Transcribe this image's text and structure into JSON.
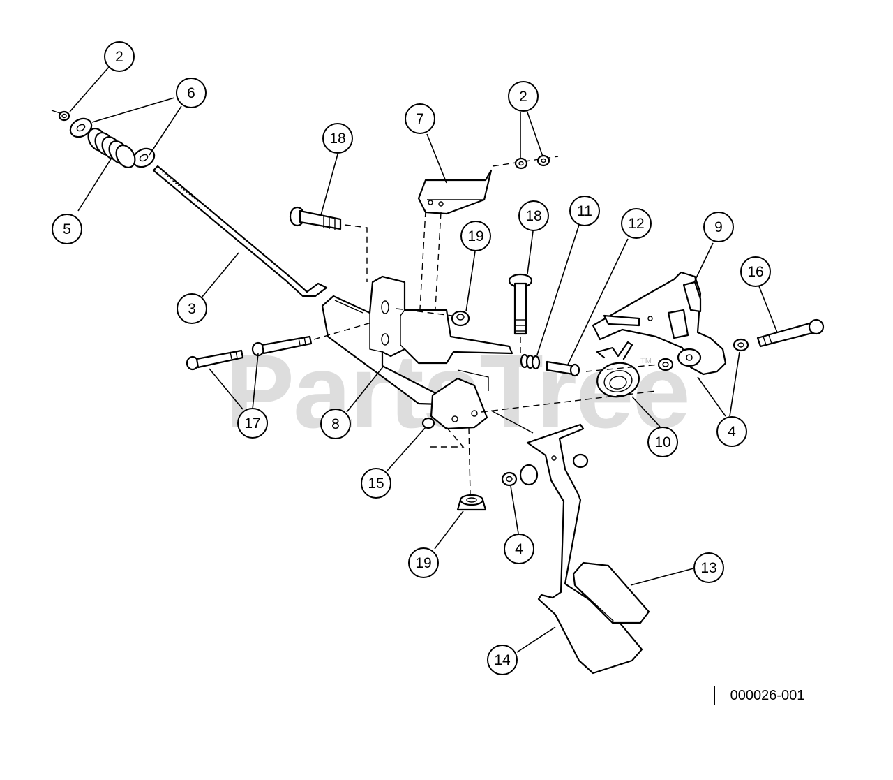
{
  "watermark": {
    "text": "PartsTree",
    "trademark": "TM"
  },
  "diagram_code": "000026-001",
  "callouts": [
    {
      "label": "2"
    },
    {
      "label": "6"
    },
    {
      "label": "5"
    },
    {
      "label": "3"
    },
    {
      "label": "18"
    },
    {
      "label": "7"
    },
    {
      "label": "2"
    },
    {
      "label": "19"
    },
    {
      "label": "18"
    },
    {
      "label": "11"
    },
    {
      "label": "12"
    },
    {
      "label": "9"
    },
    {
      "label": "16"
    },
    {
      "label": "17"
    },
    {
      "label": "8"
    },
    {
      "label": "15"
    },
    {
      "label": "10"
    },
    {
      "label": "4"
    },
    {
      "label": "4"
    },
    {
      "label": "19"
    },
    {
      "label": "13"
    },
    {
      "label": "14"
    }
  ]
}
